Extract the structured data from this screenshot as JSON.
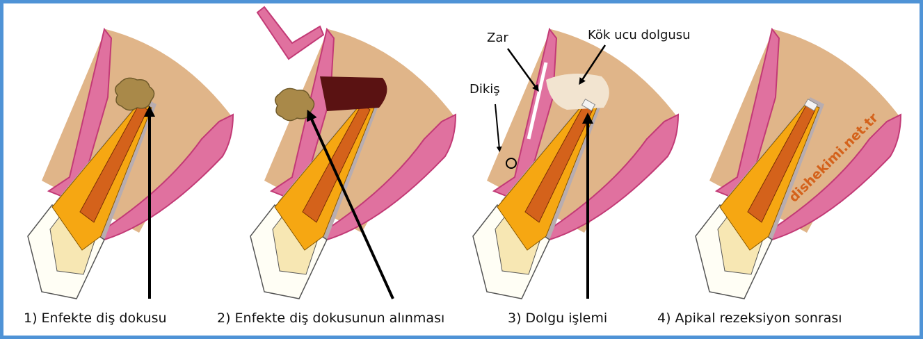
{
  "colors": {
    "frame": "#4f93d6",
    "bone": "#e0b589",
    "gum": "#e0719f",
    "gum_outline": "#c23a76",
    "crown": "#fffef5",
    "dentin": "#f7e7b3",
    "pulp_outer": "#f6a712",
    "canal": "#d4621b",
    "infection": "#a98949",
    "removed_tissue": "#5a1212",
    "filling": "#f2e4d0",
    "membrane": "#ffffff",
    "watermark": "#d4621b"
  },
  "panels": [
    {
      "caption": "1) Enfekte diş dokusu"
    },
    {
      "caption": "2) Enfekte diş dokusunun alınması"
    },
    {
      "caption": "3) Dolgu işlemi"
    },
    {
      "caption": "4) Apikal rezeksiyon sonrası"
    }
  ],
  "labels": {
    "membrane": "Zar",
    "root_end_filling": "Kök ucu dolgusu",
    "suture": "Dikiş"
  },
  "watermark": "dishekimi.net.tr"
}
